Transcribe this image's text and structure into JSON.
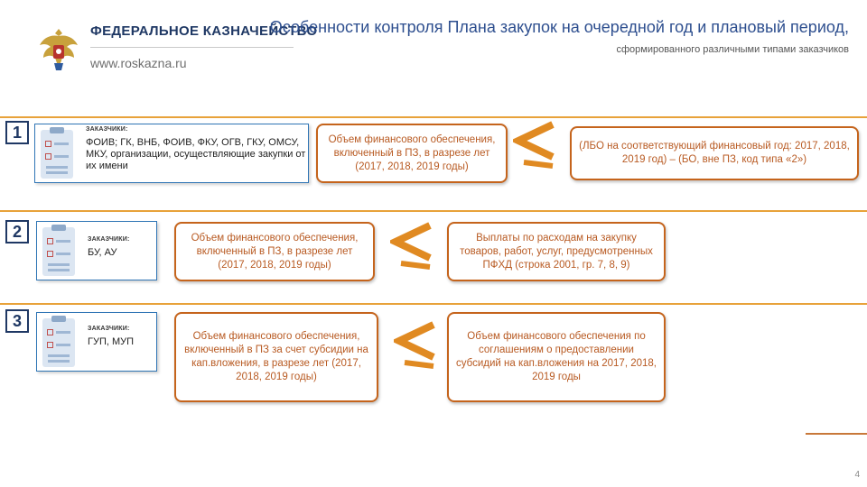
{
  "header": {
    "org_name": "ФЕДЕРАЛЬНОЕ КАЗНАЧЕЙСТВО",
    "site": "www.roskazna.ru",
    "title": "Особенности контроля Плана закупок на очередной год и плановый период,",
    "subtitle": "сформированного различными типами заказчиков",
    "logo_icon": "double-headed-eagle-emblem"
  },
  "rows": [
    {
      "number": "1",
      "customer_label": "ЗАКАЗЧИКИ:",
      "customer_text": "ФОИВ; ГК, ВНБ, ФОИВ, ФКУ, ОГВ, ГКУ, ОМСУ, МКУ, организации, осуществляющие закупки от их имени",
      "left_box": "Объем финансового обеспечения, включенный в ПЗ, в разрезе лет (2017, 2018, 2019 годы)",
      "right_box": "(ЛБО на соответствующий финансовый год: 2017, 2018, 2019 год) – (БО, вне ПЗ, код типа «2»)"
    },
    {
      "number": "2",
      "customer_label": "ЗАКАЗЧИКИ:",
      "customer_text": "БУ, АУ",
      "left_box": "Объем финансового обеспечения, включенный в ПЗ, в разрезе лет (2017, 2018, 2019 годы)",
      "right_box": "Выплаты по расходам на закупку товаров, работ, услуг, предусмотренных ПФХД (строка 2001, гр. 7, 8, 9)"
    },
    {
      "number": "3",
      "customer_label": "ЗАКАЗЧИКИ:",
      "customer_text": "ГУП, МУП",
      "left_box": "Объем финансового обеспечения, включенный в ПЗ за счет субсидии на кап.вложения, в разрезе лет (2017, 2018, 2019 годы)",
      "right_box": "Объем финансового обеспечения по соглашениям о предоставлении субсидий на кап.вложения на 2017, 2018, 2019 годы"
    }
  ],
  "comparison_icon": "less-than-sign",
  "colors": {
    "accent_orange": "#e8a23a",
    "box_border": "#c5641c",
    "customer_border": "#2f75b5",
    "title_blue": "#2e4f8f"
  },
  "page_number": "4"
}
